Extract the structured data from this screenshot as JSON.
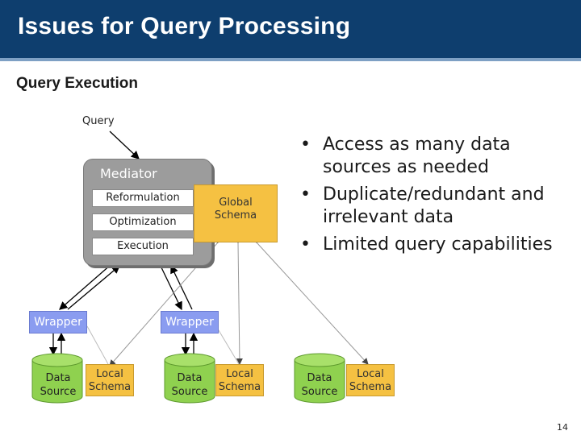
{
  "slide": {
    "title": "Issues for Query Processing",
    "subtitle": "Query Execution",
    "page_number": "14"
  },
  "diagram": {
    "query_label": "Query",
    "mediator": {
      "label": "Mediator",
      "components": [
        "Reformulation",
        "Optimization",
        "Execution"
      ]
    },
    "global_schema": [
      "Global",
      "Schema"
    ],
    "wrappers": [
      "Wrapper",
      "Wrapper"
    ],
    "sources": [
      {
        "data": [
          "Data",
          "Source"
        ],
        "schema": [
          "Local",
          "Schema"
        ]
      },
      {
        "data": [
          "Data",
          "Source"
        ],
        "schema": [
          "Local",
          "Schema"
        ]
      },
      {
        "data": [
          "Data",
          "Source"
        ],
        "schema": [
          "Local",
          "Schema"
        ]
      }
    ]
  },
  "bullets": [
    "Access as many data sources as needed",
    "Duplicate/redundant and irrelevant data",
    "Limited query capabilities"
  ],
  "colors": {
    "title_bar": "#0e3e6e",
    "mediator": "#9c9c9c",
    "schema": "#f5c142",
    "wrapper": "#8a9cf0",
    "cylinder": "#8fd14f"
  }
}
